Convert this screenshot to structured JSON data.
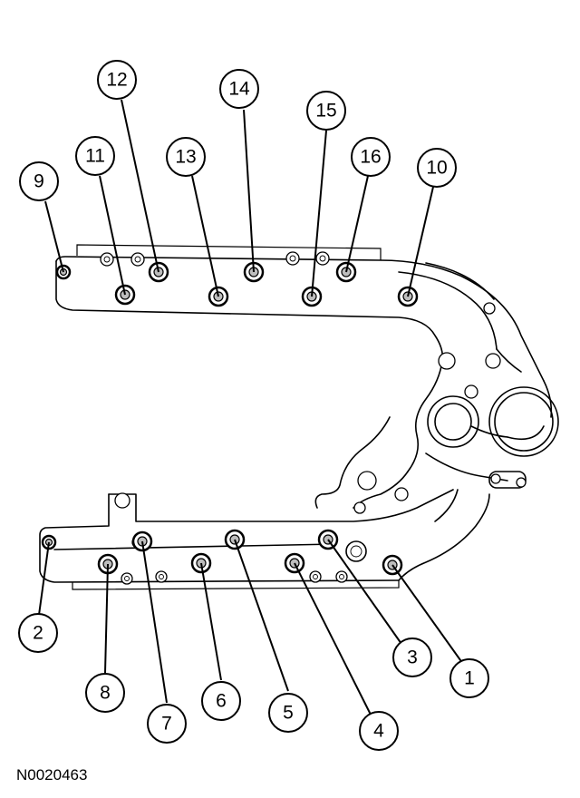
{
  "callouts": [
    {
      "label": "1"
    },
    {
      "label": "2"
    },
    {
      "label": "3"
    },
    {
      "label": "4"
    },
    {
      "label": "5"
    },
    {
      "label": "6"
    },
    {
      "label": "7"
    },
    {
      "label": "8"
    },
    {
      "label": "9"
    },
    {
      "label": "10"
    },
    {
      "label": "11"
    },
    {
      "label": "12"
    },
    {
      "label": "13"
    },
    {
      "label": "14"
    },
    {
      "label": "15"
    },
    {
      "label": "16"
    }
  ],
  "reference_code": "N0020463"
}
